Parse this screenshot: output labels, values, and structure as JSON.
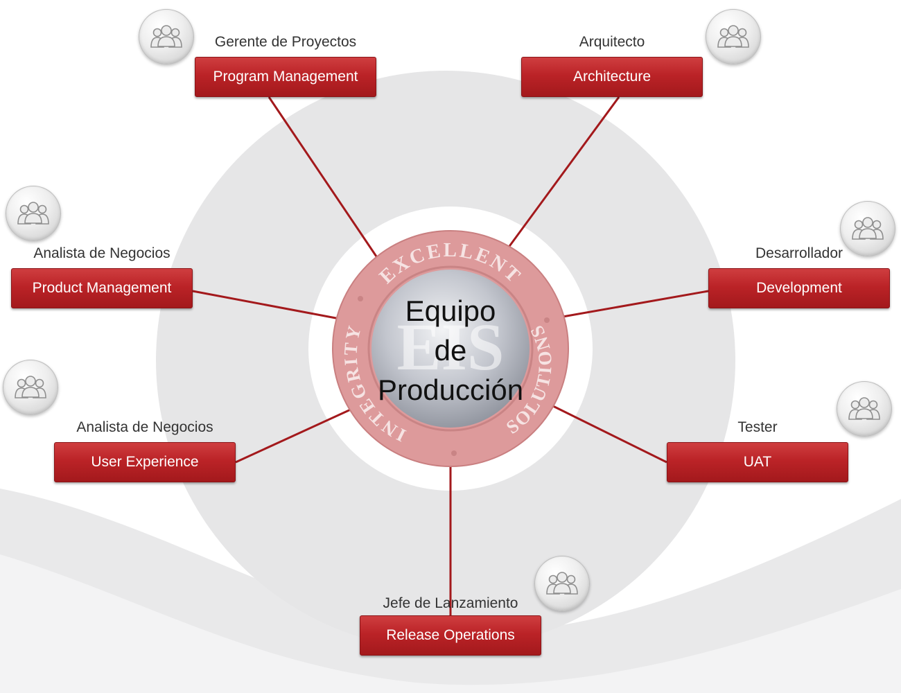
{
  "center": {
    "title_line1": "Equipo",
    "title_line2": "de",
    "title_line3": "Producción",
    "emblem_letters": "EIS",
    "ring_top": "EXCELLENT",
    "ring_left": "INTEGRITY",
    "ring_right": "SOLUTIONS"
  },
  "nodes": [
    {
      "role": "Gerente de Proyectos",
      "label": "Program Management",
      "icon": "people-group-icon"
    },
    {
      "role": "Arquitecto",
      "label": "Architecture",
      "icon": "people-group-icon"
    },
    {
      "role": "Analista de Negocios",
      "label": "Product Management",
      "icon": "people-group-icon"
    },
    {
      "role": "Desarrollador",
      "label": "Development",
      "icon": "people-group-icon"
    },
    {
      "role": "Analista de Negocios",
      "label": "User Experience",
      "icon": "people-group-icon"
    },
    {
      "role": "Tester",
      "label": "UAT",
      "icon": "people-group-icon"
    },
    {
      "role": "Jefe de Lanzamiento",
      "label": "Release Operations",
      "icon": "people-group-icon"
    }
  ],
  "colors": {
    "box_red": "#bb2327",
    "connector": "#a3191c",
    "ring_pink": "#dd9a9b",
    "hub_gray": "#b5b8c1"
  }
}
